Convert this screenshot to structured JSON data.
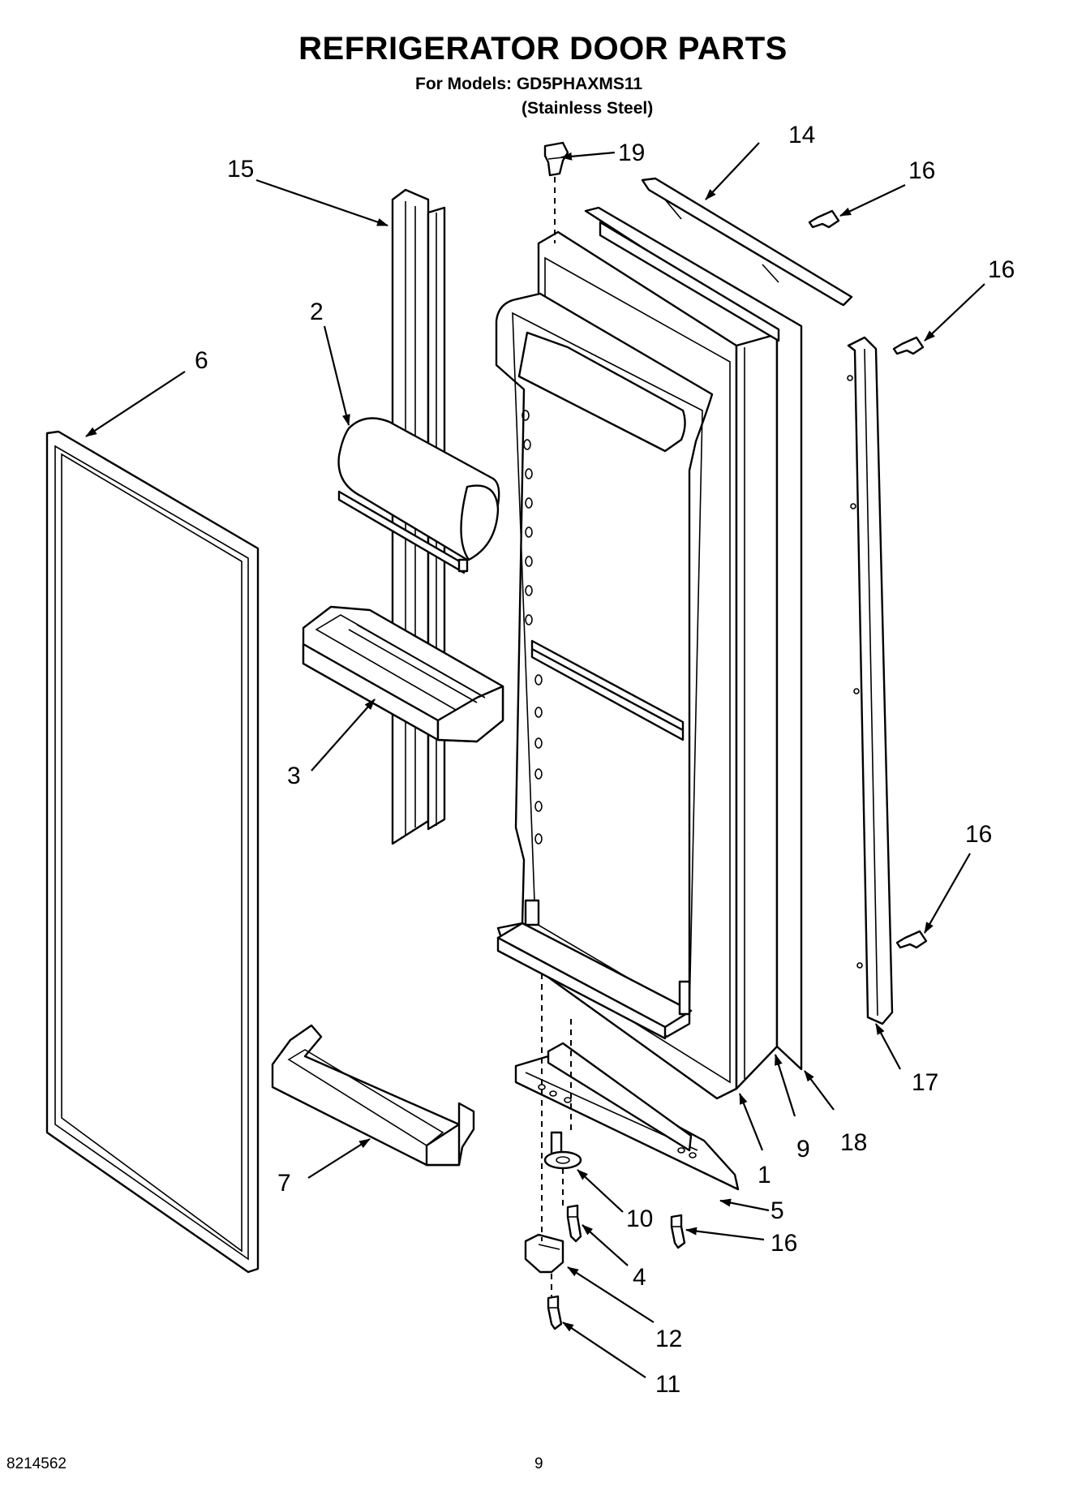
{
  "header": {
    "title": "REFRIGERATOR DOOR PARTS",
    "models_line": "For Models: GD5PHAXMS11",
    "finish_line": "(Stainless Steel)"
  },
  "footer": {
    "doc_number": "8214562",
    "page_number": "9"
  },
  "callouts": [
    {
      "id": "c15a",
      "label": "15"
    },
    {
      "id": "c19",
      "label": "19"
    },
    {
      "id": "c14",
      "label": "14"
    },
    {
      "id": "c16a",
      "label": "16"
    },
    {
      "id": "c16b",
      "label": "16"
    },
    {
      "id": "c2",
      "label": "2"
    },
    {
      "id": "c6",
      "label": "6"
    },
    {
      "id": "c3",
      "label": "3"
    },
    {
      "id": "c16c",
      "label": "16"
    },
    {
      "id": "c17",
      "label": "17"
    },
    {
      "id": "c9",
      "label": "9"
    },
    {
      "id": "c18",
      "label": "18"
    },
    {
      "id": "c1",
      "label": "1"
    },
    {
      "id": "c7",
      "label": "7"
    },
    {
      "id": "c5",
      "label": "5"
    },
    {
      "id": "c10",
      "label": "10"
    },
    {
      "id": "c16d",
      "label": "16"
    },
    {
      "id": "c4",
      "label": "4"
    },
    {
      "id": "c12",
      "label": "12"
    },
    {
      "id": "c11",
      "label": "11"
    }
  ]
}
